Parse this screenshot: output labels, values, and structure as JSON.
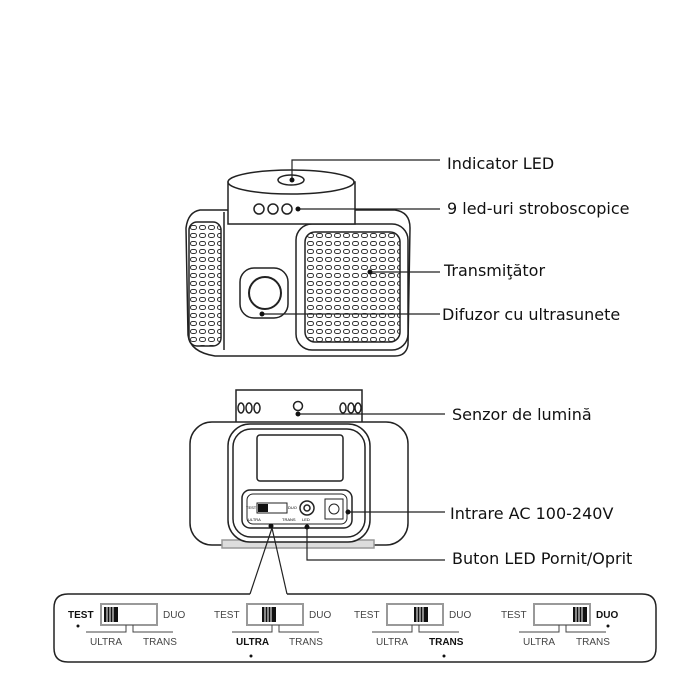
{
  "labels": {
    "led_indicator": "Indicator LED",
    "strobe_leds": "9 led-uri stroboscopice",
    "transmitter": "Transmiţător",
    "ultrasonic_speaker": "Difuzor cu ultrasunete",
    "light_sensor": "Senzor de lumină",
    "ac_input": "Intrare AC 100-240V",
    "led_button": "Buton LED Pornit/Oprit"
  },
  "device_switch": {
    "left": "TEST",
    "right": "DUO",
    "bottom_left": "ULTRA",
    "bottom_right": "TRANS",
    "button": "LED"
  },
  "switch_modes": [
    {
      "active": "TEST",
      "position": 0
    },
    {
      "active": "ULTRA",
      "position": 1
    },
    {
      "active": "TRANS",
      "position": 2
    },
    {
      "active": "DUO",
      "position": 3
    }
  ],
  "switch_text": {
    "test": "TEST",
    "duo": "DUO",
    "ultra": "ULTRA",
    "trans": "TRANS"
  }
}
